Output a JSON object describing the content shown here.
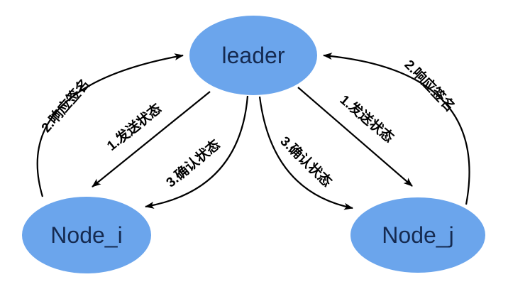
{
  "diagram": {
    "bg_color": "#ffffff",
    "node_fill": "#6BA5EC",
    "node_label_color": "#152A50",
    "edge_color": "#000000",
    "nodes": [
      {
        "id": "leader",
        "label": "leader"
      },
      {
        "id": "node_i",
        "label": "Node_i"
      },
      {
        "id": "node_j",
        "label": "Node_j"
      }
    ],
    "edges": [
      {
        "id": "send-status-to-node-i",
        "label": "1.发送状态",
        "from": "leader",
        "to": "node_i"
      },
      {
        "id": "response-sign-from-node-i",
        "label": "2.响应签名",
        "from": "node_i",
        "to": "leader"
      },
      {
        "id": "confirm-status-to-node-i",
        "label": "3.确认状态",
        "from": "leader",
        "to": "node_i"
      },
      {
        "id": "send-status-to-node-j",
        "label": "1.发送状态",
        "from": "leader",
        "to": "node_j"
      },
      {
        "id": "response-sign-from-node-j",
        "label": "2.响应签名",
        "from": "node_j",
        "to": "leader"
      },
      {
        "id": "confirm-status-to-node-j",
        "label": "3.确认状态",
        "from": "leader",
        "to": "node_j"
      }
    ]
  }
}
